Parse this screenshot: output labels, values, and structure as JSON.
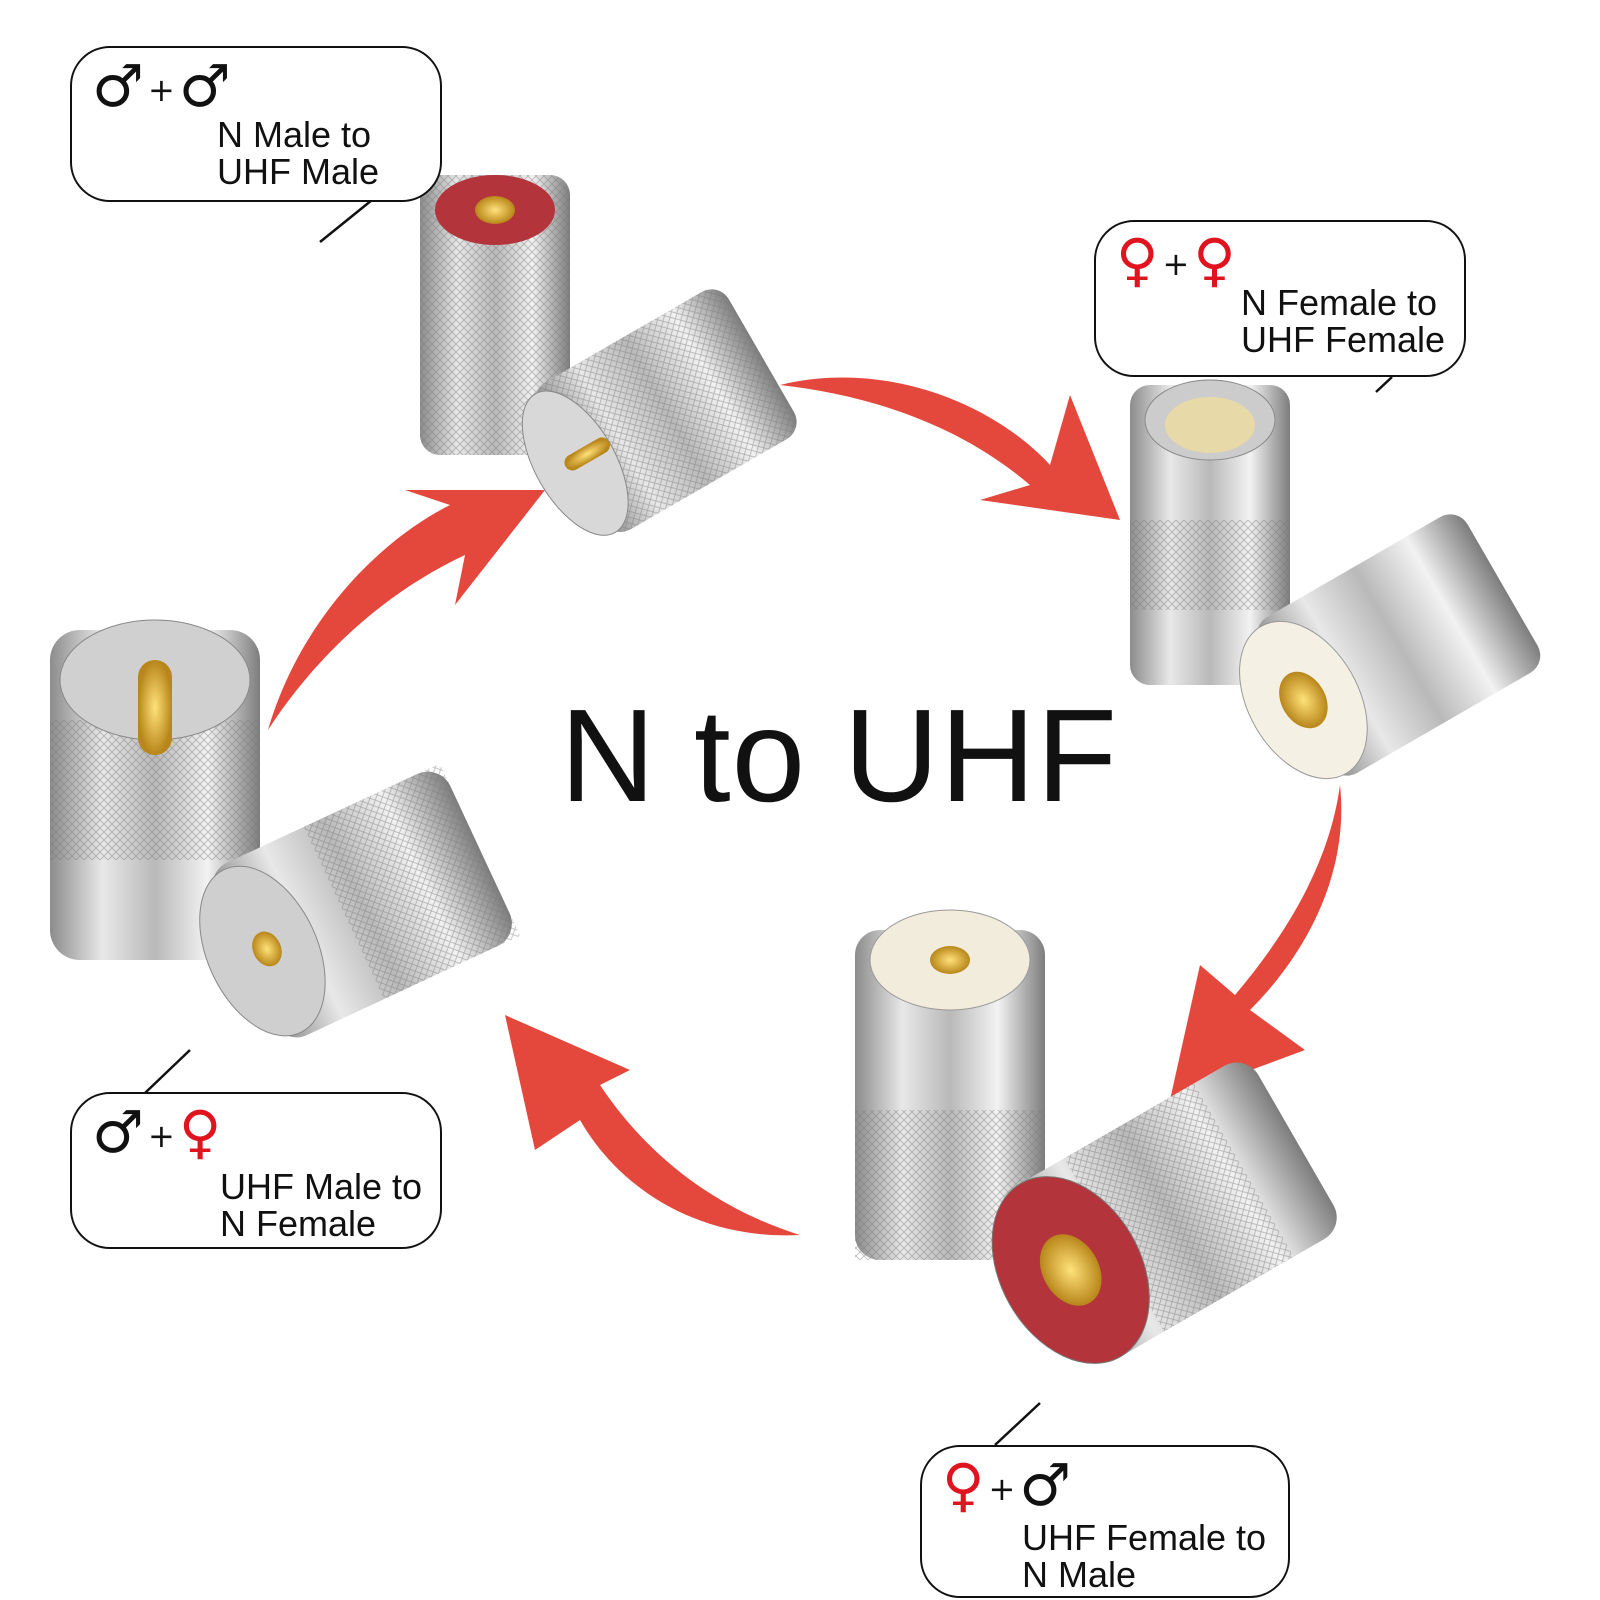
{
  "title": "N to UHF",
  "colors": {
    "arrow": "#e4473b",
    "female_symbol": "#e0141e",
    "male_symbol": "#111111"
  },
  "callouts": [
    {
      "symbol_a": "♂",
      "plus": "+",
      "symbol_b": "♂",
      "line1": "N Male to",
      "line2": "UHF Male"
    },
    {
      "symbol_a": "♀",
      "plus": "+",
      "symbol_b": "♀",
      "line1": "N Female to",
      "line2": "UHF Female"
    },
    {
      "symbol_a": "♂",
      "plus": "+",
      "symbol_b": "♀",
      "line1": "UHF Male to",
      "line2": "N Female"
    },
    {
      "symbol_a": "♀",
      "plus": "+",
      "symbol_b": "♂",
      "line1": "UHF Female to",
      "line2": "N Male"
    }
  ]
}
